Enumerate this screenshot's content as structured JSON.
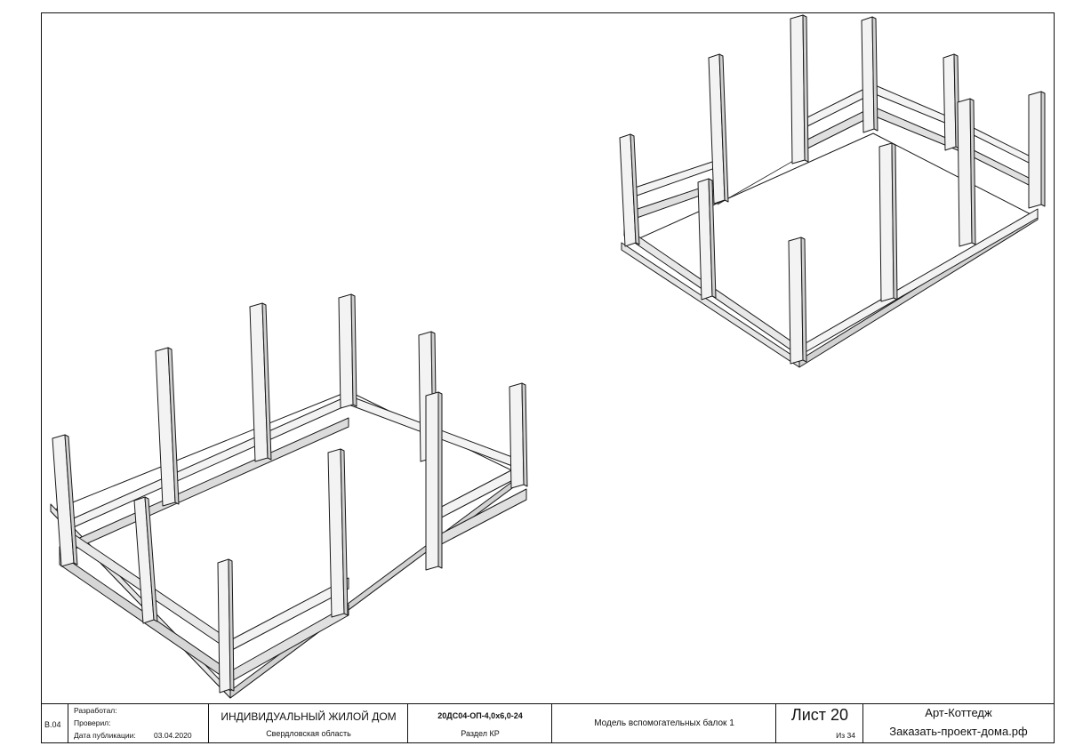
{
  "title_block": {
    "revision": "B.04",
    "developed_label": "Разработал:",
    "checked_label": "Проверил:",
    "published_label": "Дата публикации:",
    "published_date": "03.04.2020",
    "object_title": "ИНДИВИДУАЛЬНЫЙ ЖИЛОЙ ДОМ",
    "region": "Свердловская область",
    "project_code": "20ДС04-ОП-4,0х6,0-24",
    "section": "Раздел КР",
    "sheet_title": "Модель вспомогательных балок 1",
    "sheet_label": "Лист 20",
    "sheet_of": "Из 34",
    "company": "Арт-Коттедж",
    "website": "Заказать-проект-дома.рф"
  },
  "colors": {
    "frame": "#111111",
    "beam_top": "#f3f3f3",
    "beam_side": "#d2d2d2",
    "beam_edge": "#1a1a1a"
  }
}
